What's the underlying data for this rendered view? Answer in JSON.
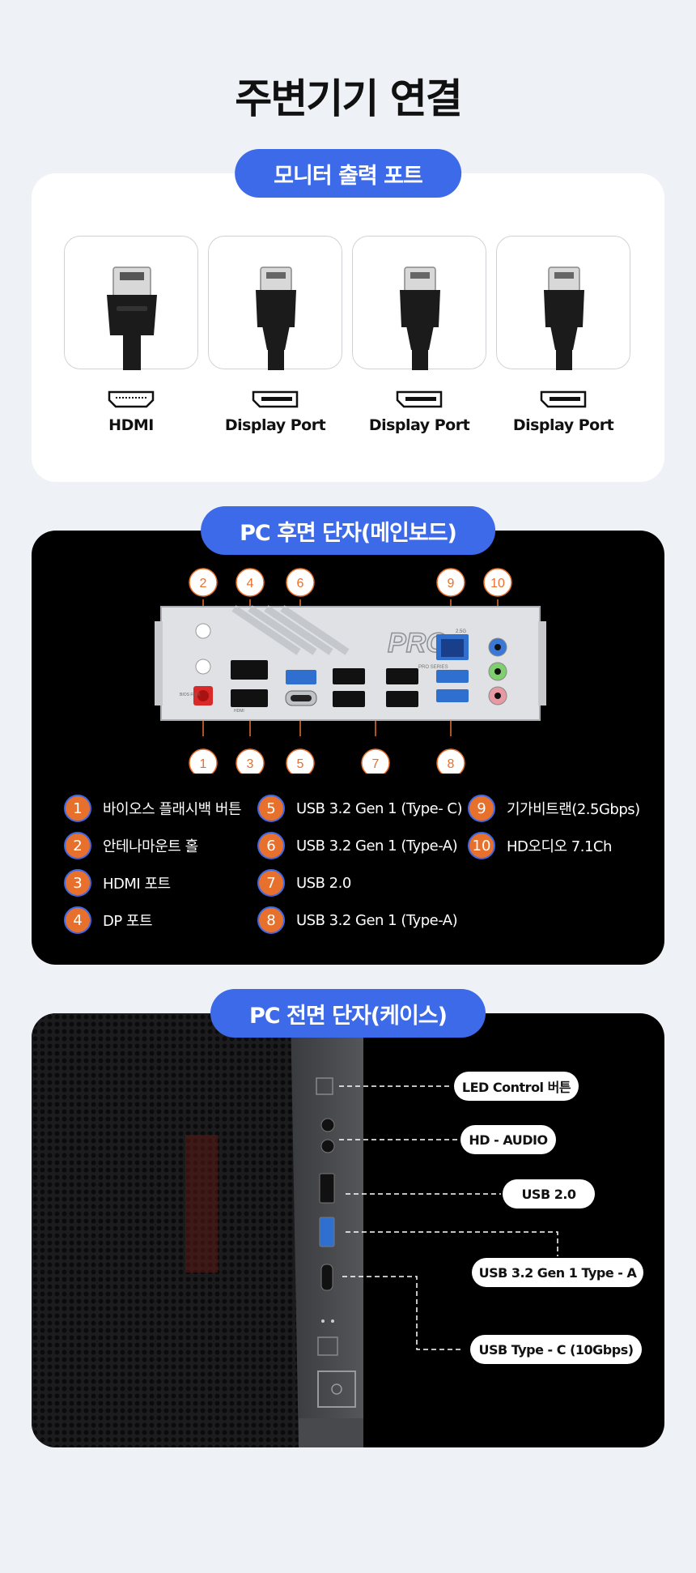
{
  "page": {
    "title": "주변기기 연결"
  },
  "monitor_section": {
    "title": "모니터 출력 포트",
    "ports": [
      {
        "label": "HDMI",
        "icon": "hdmi-port-icon"
      },
      {
        "label": "Display Port",
        "icon": "displayport-icon"
      },
      {
        "label": "Display Port",
        "icon": "displayport-icon"
      },
      {
        "label": "Display Port",
        "icon": "displayport-icon"
      }
    ]
  },
  "rear_section": {
    "title": "PC 후면 단자(메인보드)",
    "panel_text": {
      "brand": "PRO",
      "series": "PRO SERIES",
      "bios": "BIOS FLBK",
      "hdmi": "HDMI",
      "lan": "2.5G"
    },
    "markers": [
      "1",
      "2",
      "3",
      "4",
      "5",
      "6",
      "7",
      "8",
      "9",
      "10"
    ],
    "legend": [
      {
        "num": "1",
        "text": "바이오스 플래시백 버튼"
      },
      {
        "num": "2",
        "text": "안테나마운트 홀"
      },
      {
        "num": "3",
        "text": "HDMI 포트"
      },
      {
        "num": "4",
        "text": "DP 포트"
      },
      {
        "num": "5",
        "text": "USB 3.2 Gen 1 (Type- C)"
      },
      {
        "num": "6",
        "text": "USB 3.2 Gen 1 (Type-A)"
      },
      {
        "num": "7",
        "text": "USB 2.0"
      },
      {
        "num": "8",
        "text": "USB 3.2 Gen 1 (Type-A)"
      },
      {
        "num": "9",
        "text": "기가비트랜(2.5Gbps)"
      },
      {
        "num": "10",
        "text": "HD오디오 7.1Ch"
      }
    ]
  },
  "front_section": {
    "title": "PC 전면 단자(케이스)",
    "callouts": [
      {
        "label": "LED Control 버튼"
      },
      {
        "label": "HD - AUDIO"
      },
      {
        "label": "USB 2.0"
      },
      {
        "label": "USB 3.2 Gen 1 Type - A"
      },
      {
        "label": "USB Type - C (10Gbps)"
      }
    ]
  },
  "colors": {
    "accent": "#3c6ae8",
    "marker": "#e8702d",
    "background": "#eef1f5"
  }
}
